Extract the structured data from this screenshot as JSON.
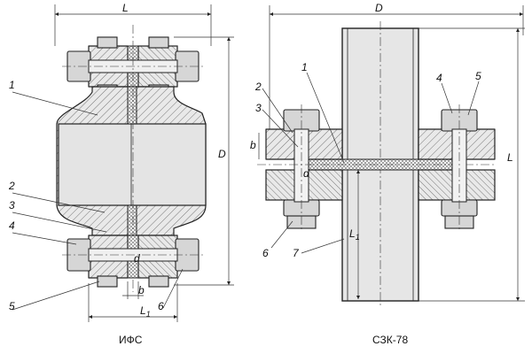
{
  "left_figure": {
    "caption": "ИФС",
    "dims": {
      "L": "L",
      "D": "D",
      "d": "d",
      "b": "b",
      "L1": "L",
      "L1_sub": "1"
    },
    "callouts": [
      "1",
      "2",
      "3",
      "4",
      "5",
      "6"
    ]
  },
  "right_figure": {
    "caption": "СЗК-78",
    "dims": {
      "D": "D",
      "L": "L",
      "L1": "L",
      "L1_sub": "1",
      "b": "b",
      "d": "d"
    },
    "callouts": [
      "1",
      "2",
      "3",
      "4",
      "5",
      "6",
      "7"
    ]
  },
  "colors": {
    "line": "#222222",
    "fill": "#e6e6e6",
    "background": "#ffffff"
  }
}
